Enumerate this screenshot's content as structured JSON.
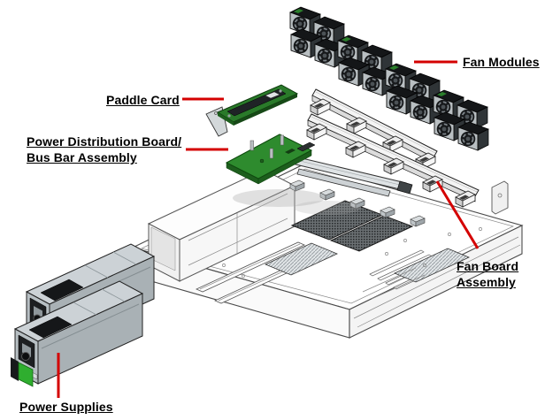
{
  "diagram": {
    "labels": {
      "fan_modules": "Fan Modules",
      "paddle_card": "Paddle Card",
      "power_distribution_line1": "Power Distribution Board/",
      "power_distribution_line2": "Bus Bar Assembly",
      "fan_board_line1": "Fan Board",
      "fan_board_line2": "Assembly",
      "power_supplies": "Power Supplies"
    },
    "colors": {
      "background": "#ffffff",
      "label_text": "#000000",
      "callout_red": "#d40000",
      "pcb_green": "#2e8b2e",
      "pcb_green_dark": "#1d5e1d",
      "paddle_green": "#2a7a2a",
      "fan_dark": "#141618",
      "fan_frame": "#b9bfc2",
      "psu_top": "#ccd2d6",
      "psu_side": "#a9b1b5",
      "psu_front": "#b7bfc3",
      "psu_clip_green": "#2fae2f",
      "chassis_line": "#4a4a4a"
    }
  }
}
